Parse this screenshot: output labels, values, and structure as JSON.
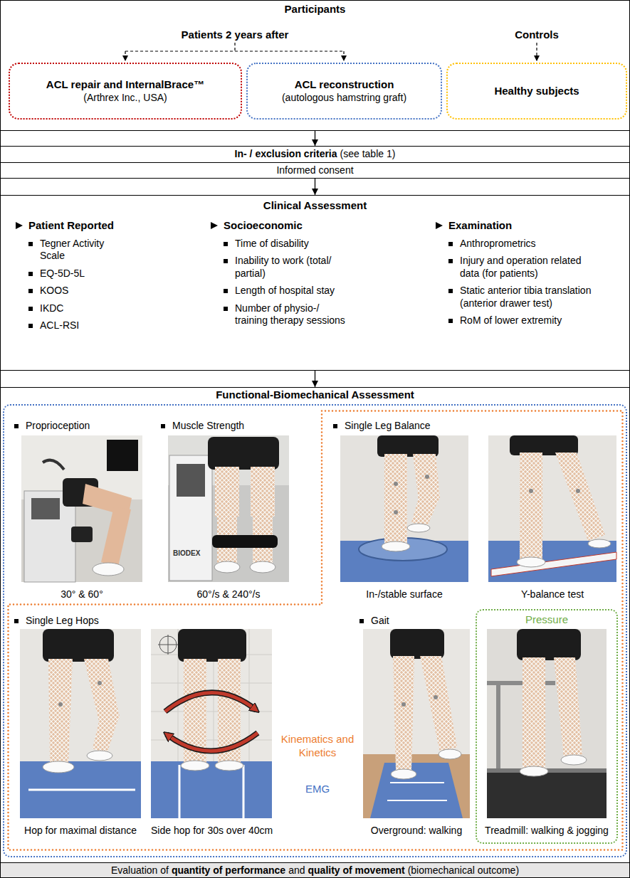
{
  "diagram": {
    "nodes": [
      {
        "text": [
          "Participants"
        ]
      },
      {
        "text": [
          "ACL repair and InternalBrace™",
          "(Arthrex Inc., USA)"
        ],
        "in": 0
      },
      {
        "text": [
          "ACL reconstruction",
          "(autologous hamstring graft)"
        ],
        "in": 0
      },
      {
        "text": [
          "Healthy subjects"
        ],
        "in": 0
      },
      {
        "text": [
          "In- / exclusion criteria",
          "(see table 1)"
        ]
      },
      {
        "text": [
          "Informed consent"
        ]
      },
      {
        "text": [
          "Clinical Assessment",
          "Patient Reported",
          "Tegner Activity Scale",
          "EQ-5D-5L",
          "KOOS",
          "IKDC",
          "ACL-RSI",
          "Socioeconomic",
          "Time of disability",
          "Inability to work (total/ partial)",
          "Length of hospital stay",
          "Number of physio-/ training therapy sessions",
          "Examination",
          "Anthroprometrics",
          "Injury and operation related data (for patients)",
          "Static anterior tibia translation (anterior drawer test)",
          "RoM of lower extremity"
        ]
      },
      {
        "text": [
          "Functional-Biomechanical Assessment"
        ]
      },
      {
        "text": [
          "EMG",
          "Proprioception",
          "30° & 60°",
          "Muscle Strength",
          "60°/s & 240°/s"
        ],
        "in": 7
      },
      {
        "text": [
          "Kinematics and Kinetics",
          "Single Leg Balance",
          "In-/stable surface",
          "Y-balance test",
          "Single Leg Hops",
          "Hop for maximal distance",
          "Side hop for 30s over 40cm",
          "Gait",
          "Overground: walking"
        ],
        "in": 8
      },
      {
        "text": [
          "Pressure",
          "Treadmill: walking & jogging"
        ],
        "in": 9
      },
      {
        "text": [
          "Evaluation of",
          "quantity of performance",
          "and",
          "quality of movement",
          "(biomechanical outcome)"
        ]
      }
    ],
    "edges": [
      {
        "from": 0,
        "to": 4,
        "arrow": "to"
      },
      {
        "from": 5,
        "to": 6,
        "arrow": "to"
      },
      {
        "from": 6,
        "to": 7,
        "arrow": "to"
      }
    ],
    "labels": [
      "Patients 2 years after",
      "Controls",
      "BIODEX"
    ]
  }
}
